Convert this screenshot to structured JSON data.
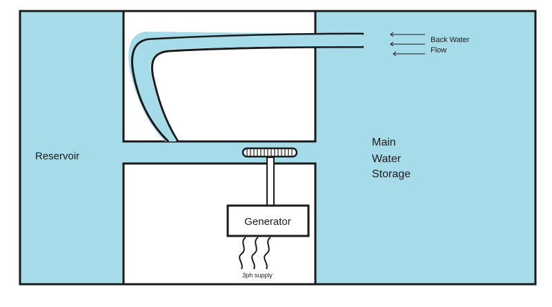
{
  "labels": {
    "reservoir": "Reservoir",
    "main_storage": [
      "Main",
      "Water",
      "Storage"
    ],
    "back_water_flow": [
      "Back Water",
      "Flow"
    ],
    "generator": "Generator",
    "supply": "3ph supply"
  },
  "colors": {
    "water": "#a6dbea",
    "outline": "#1a1a1a",
    "background": "#ffffff"
  },
  "icons": {
    "turbine": "turbine-icon",
    "flow_arrows": "arrow-left-icon",
    "supply_wires": "wave-wire-icon"
  }
}
